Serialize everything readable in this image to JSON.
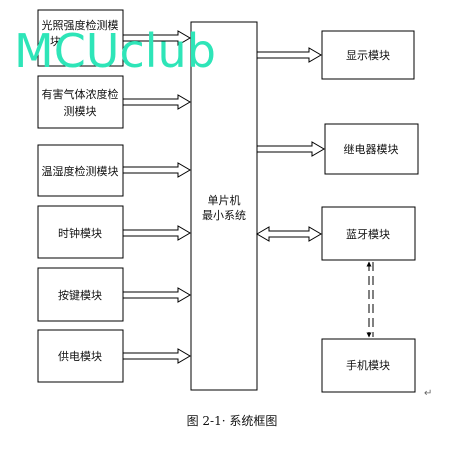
{
  "left_modules": [
    {
      "id": "light",
      "lines": [
        "光照强度检测模",
        "块"
      ]
    },
    {
      "id": "gas",
      "lines": [
        "有害气体浓度检",
        "测模块"
      ]
    },
    {
      "id": "temp",
      "lines": [
        "温湿度检测模块"
      ]
    },
    {
      "id": "clock",
      "lines": [
        "时钟模块"
      ]
    },
    {
      "id": "keys",
      "lines": [
        "按键模块"
      ]
    },
    {
      "id": "power",
      "lines": [
        "供电模块"
      ]
    }
  ],
  "center": {
    "lines": [
      "单片机",
      "最小系统"
    ]
  },
  "right_modules": [
    {
      "id": "display",
      "lines": [
        "显示模块"
      ]
    },
    {
      "id": "relay",
      "lines": [
        "继电器模块"
      ]
    },
    {
      "id": "bluetooth",
      "lines": [
        "蓝牙模块"
      ]
    }
  ],
  "phone": {
    "lines": [
      "手机模块"
    ]
  },
  "caption": "图 2-1· 系统框图",
  "watermark": "MCUclub",
  "paragraph_mark": "↵",
  "colors": {
    "stroke": "#000000",
    "watermark": "#2ee5b8"
  }
}
